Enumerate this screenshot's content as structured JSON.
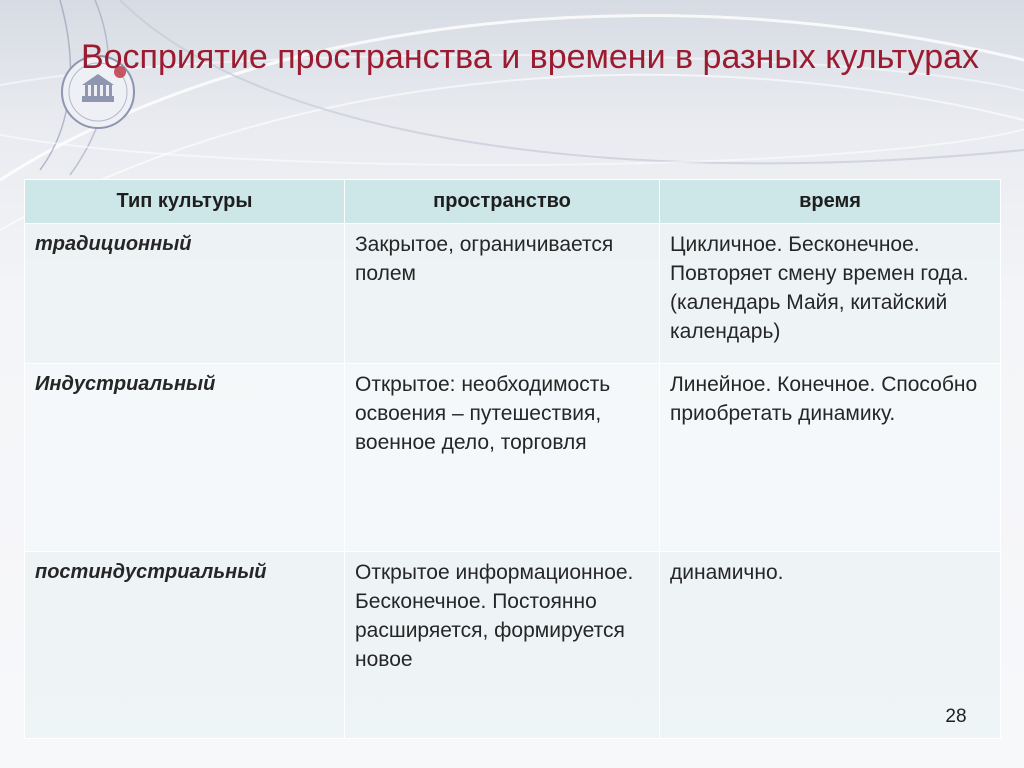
{
  "slide": {
    "title": "Восприятие пространства и времени в разных культурах",
    "page_number": "28"
  },
  "table": {
    "headers": [
      "Тип культуры",
      "пространство",
      "время"
    ],
    "rows": [
      {
        "type": "традиционный",
        "space": "Закрытое, ограничивается полем",
        "time": "Цикличное. Бесконечное. Повторяет смену времен года. (календарь Майя, китайский календарь)"
      },
      {
        "type": "Индустриальный",
        "space": "Открытое: необходимость освоения – путешествия, военное дело, торговля",
        "time": "Линейное. Конечное. Способно приобретать динамику."
      },
      {
        "type": "постиндустриальный",
        "space": "Открытое информационное. Бесконечное. Постоянно расширяется, формируется новое",
        "time": " динамично."
      }
    ]
  },
  "colors": {
    "title": "#9b1b30",
    "header_fill": "#cde6e8",
    "row_fill": "#ecf4f5"
  }
}
